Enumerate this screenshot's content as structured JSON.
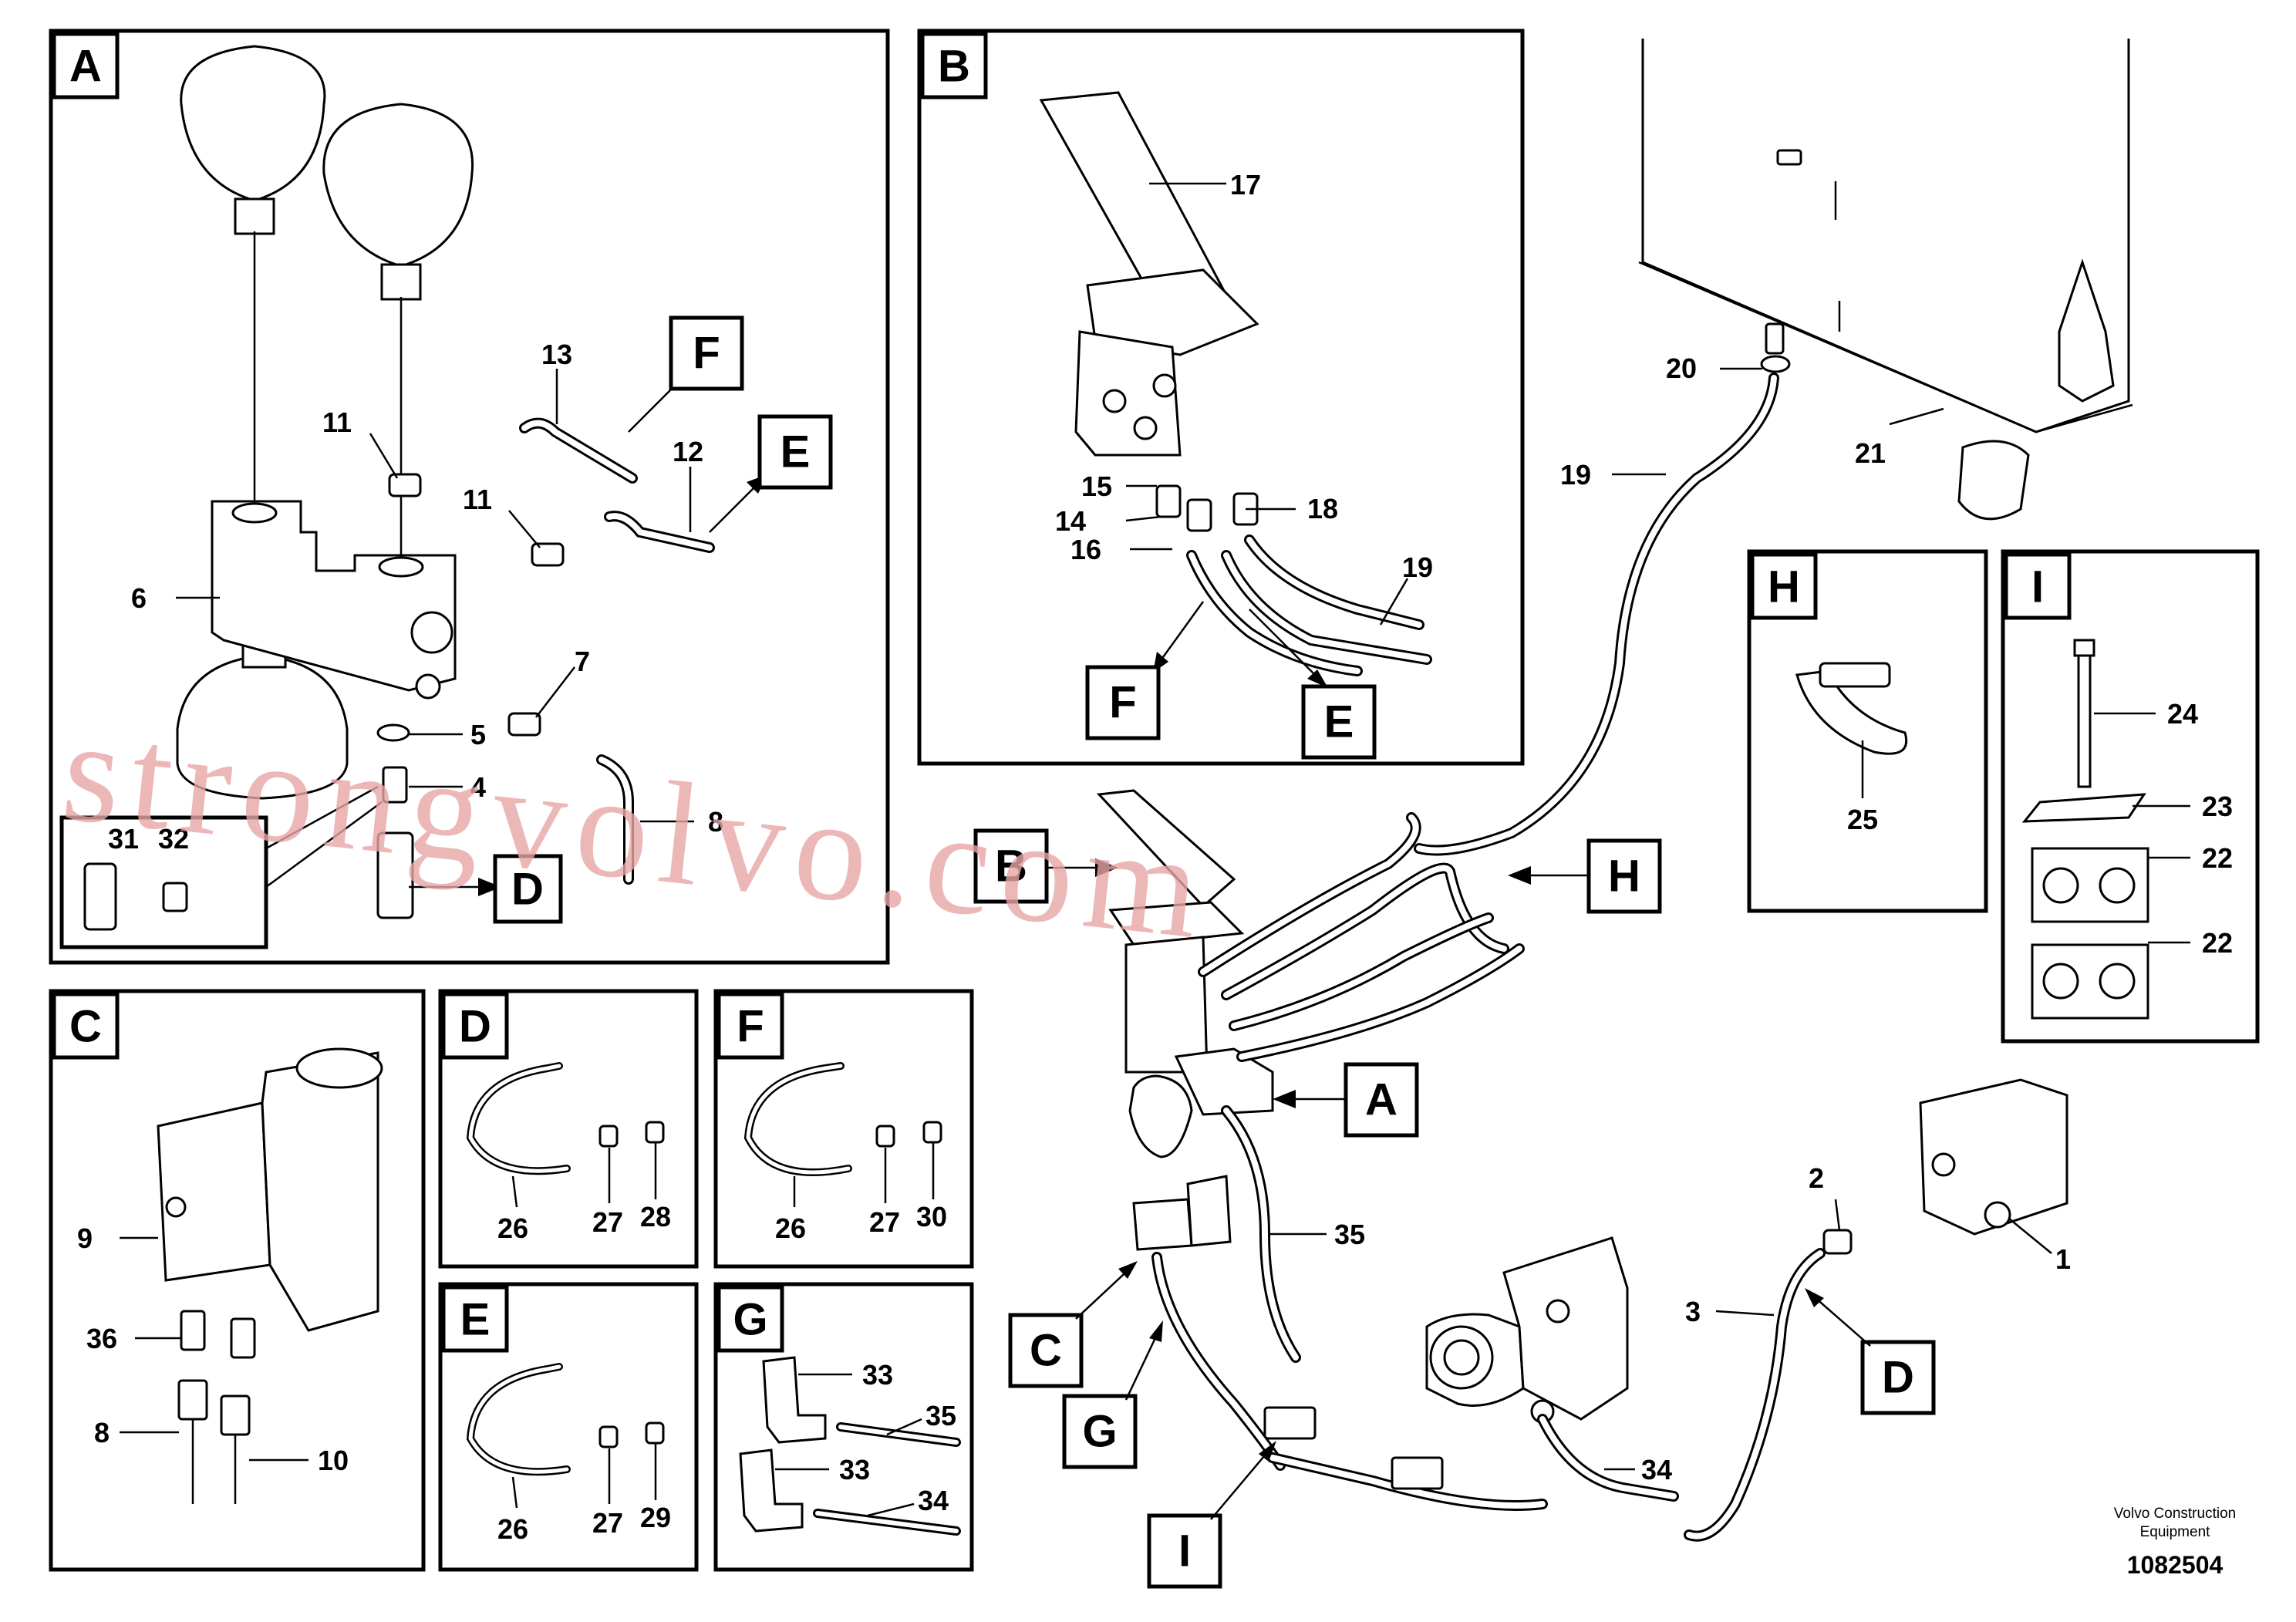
{
  "detail_tags": {
    "A": "A",
    "B": "B",
    "C": "C",
    "D": "D",
    "E": "E",
    "F": "F",
    "G": "G",
    "H": "H",
    "I": "I"
  },
  "part_numbers": {
    "n1": "1",
    "n2": "2",
    "n3": "3",
    "n4": "4",
    "n5": "5",
    "n6": "6",
    "n7": "7",
    "n8": "8",
    "n9": "9",
    "n10": "10",
    "n11": "11",
    "n12": "12",
    "n13": "13",
    "n14": "14",
    "n15": "15",
    "n16": "16",
    "n17": "17",
    "n18": "18",
    "n19": "19",
    "n20": "20",
    "n21": "21",
    "n22": "22",
    "n23": "23",
    "n24": "24",
    "n25": "25",
    "n26": "26",
    "n27": "27",
    "n28": "28",
    "n29": "29",
    "n30": "30",
    "n31": "31",
    "n32": "32",
    "n33": "33",
    "n34": "34",
    "n35": "35",
    "n36": "36"
  },
  "watermark": "strongvolvo.com",
  "footer": {
    "brand_line1": "Volvo Construction",
    "brand_line2": "Equipment",
    "doc_number": "1082504"
  }
}
